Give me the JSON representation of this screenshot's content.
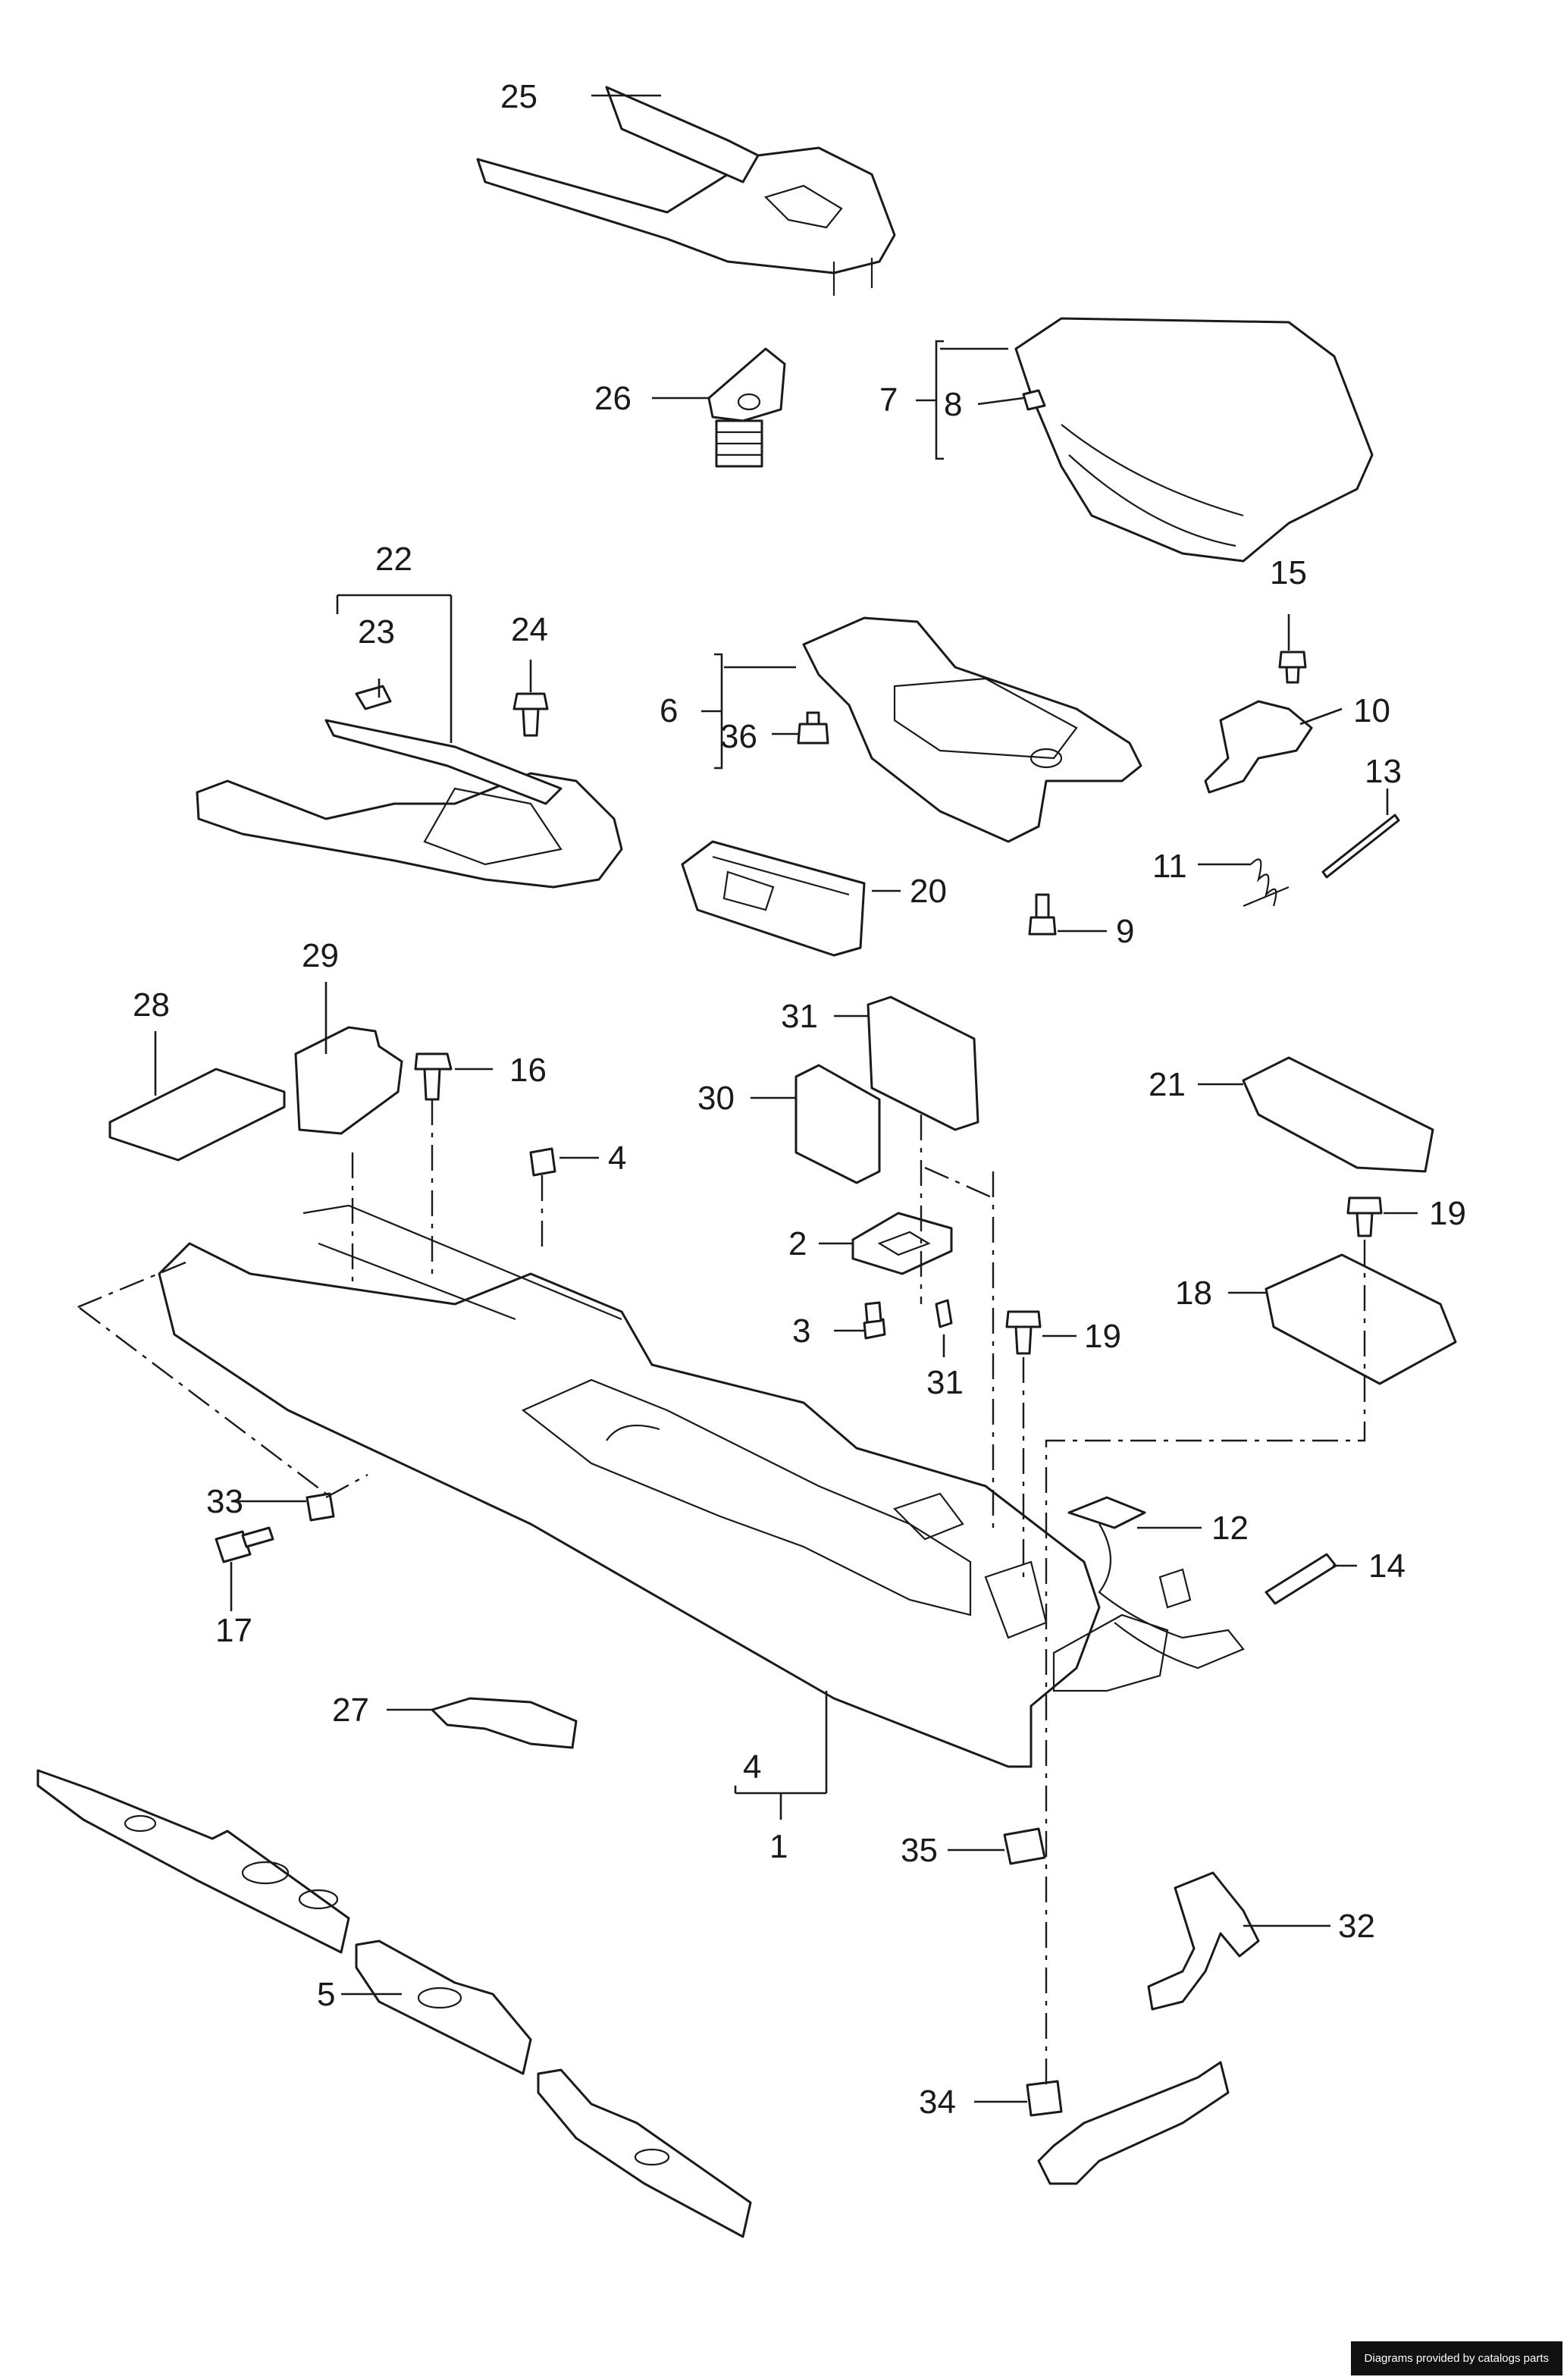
{
  "callouts": [
    "25",
    "26",
    "7",
    "8",
    "22",
    "23",
    "24",
    "6",
    "36",
    "15",
    "10",
    "13",
    "11",
    "9",
    "20",
    "28",
    "29",
    "16",
    "4",
    "31",
    "30",
    "21",
    "19",
    "2",
    "18",
    "3",
    "31",
    "19",
    "12",
    "33",
    "14",
    "17",
    "27",
    "4",
    "1",
    "35",
    "32",
    "5",
    "34"
  ],
  "watermark": "Diagrams provided by catalogs parts",
  "colors": {
    "line": "#1a1a1a",
    "background": "#ffffff",
    "badge": "#111111"
  }
}
